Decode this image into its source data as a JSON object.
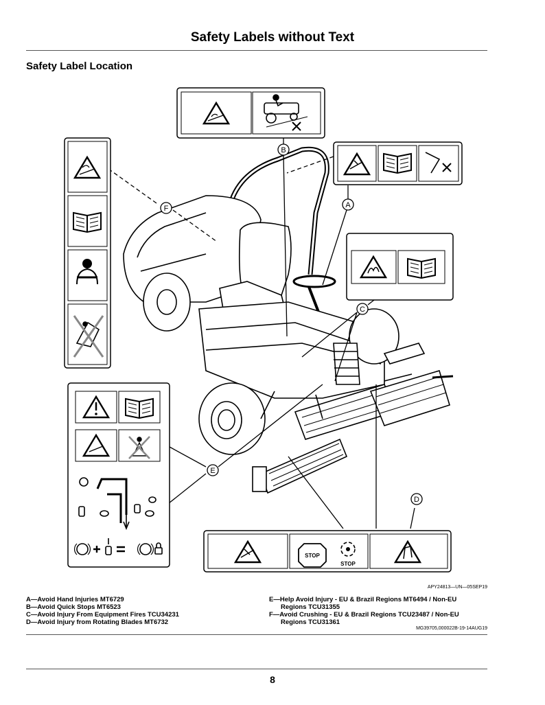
{
  "page": {
    "title": "Safety Labels without Text",
    "section_title": "Safety Label Location",
    "figure_id": "APY24813—UN—05SEP19",
    "doc_ref": "MG39705,000022B-19-14AUG19",
    "page_number": "8"
  },
  "callouts": {
    "a": "A",
    "b": "B",
    "c": "C",
    "d": "D",
    "e": "E",
    "f": "F"
  },
  "label_text": {
    "stop_1": "STOP",
    "stop_2": "STOP"
  },
  "captions": {
    "a": "A—Avoid Hand Injuries MT6729",
    "b": "B—Avoid Quick Stops MT6523",
    "c": "C—Avoid Injury From Equipment Fires TCU34231",
    "d": "D—Avoid Injury from Rotating Blades MT6732",
    "e_line1": "E—Help Avoid Injury - EU & Brazil Regions MT6494 / Non-EU",
    "e_line2": "Regions TCU31355",
    "f_line1": "F—Avoid Crushing - EU & Brazil Regions TCU23487 / Non-EU",
    "f_line2": "Regions TCU31361"
  }
}
